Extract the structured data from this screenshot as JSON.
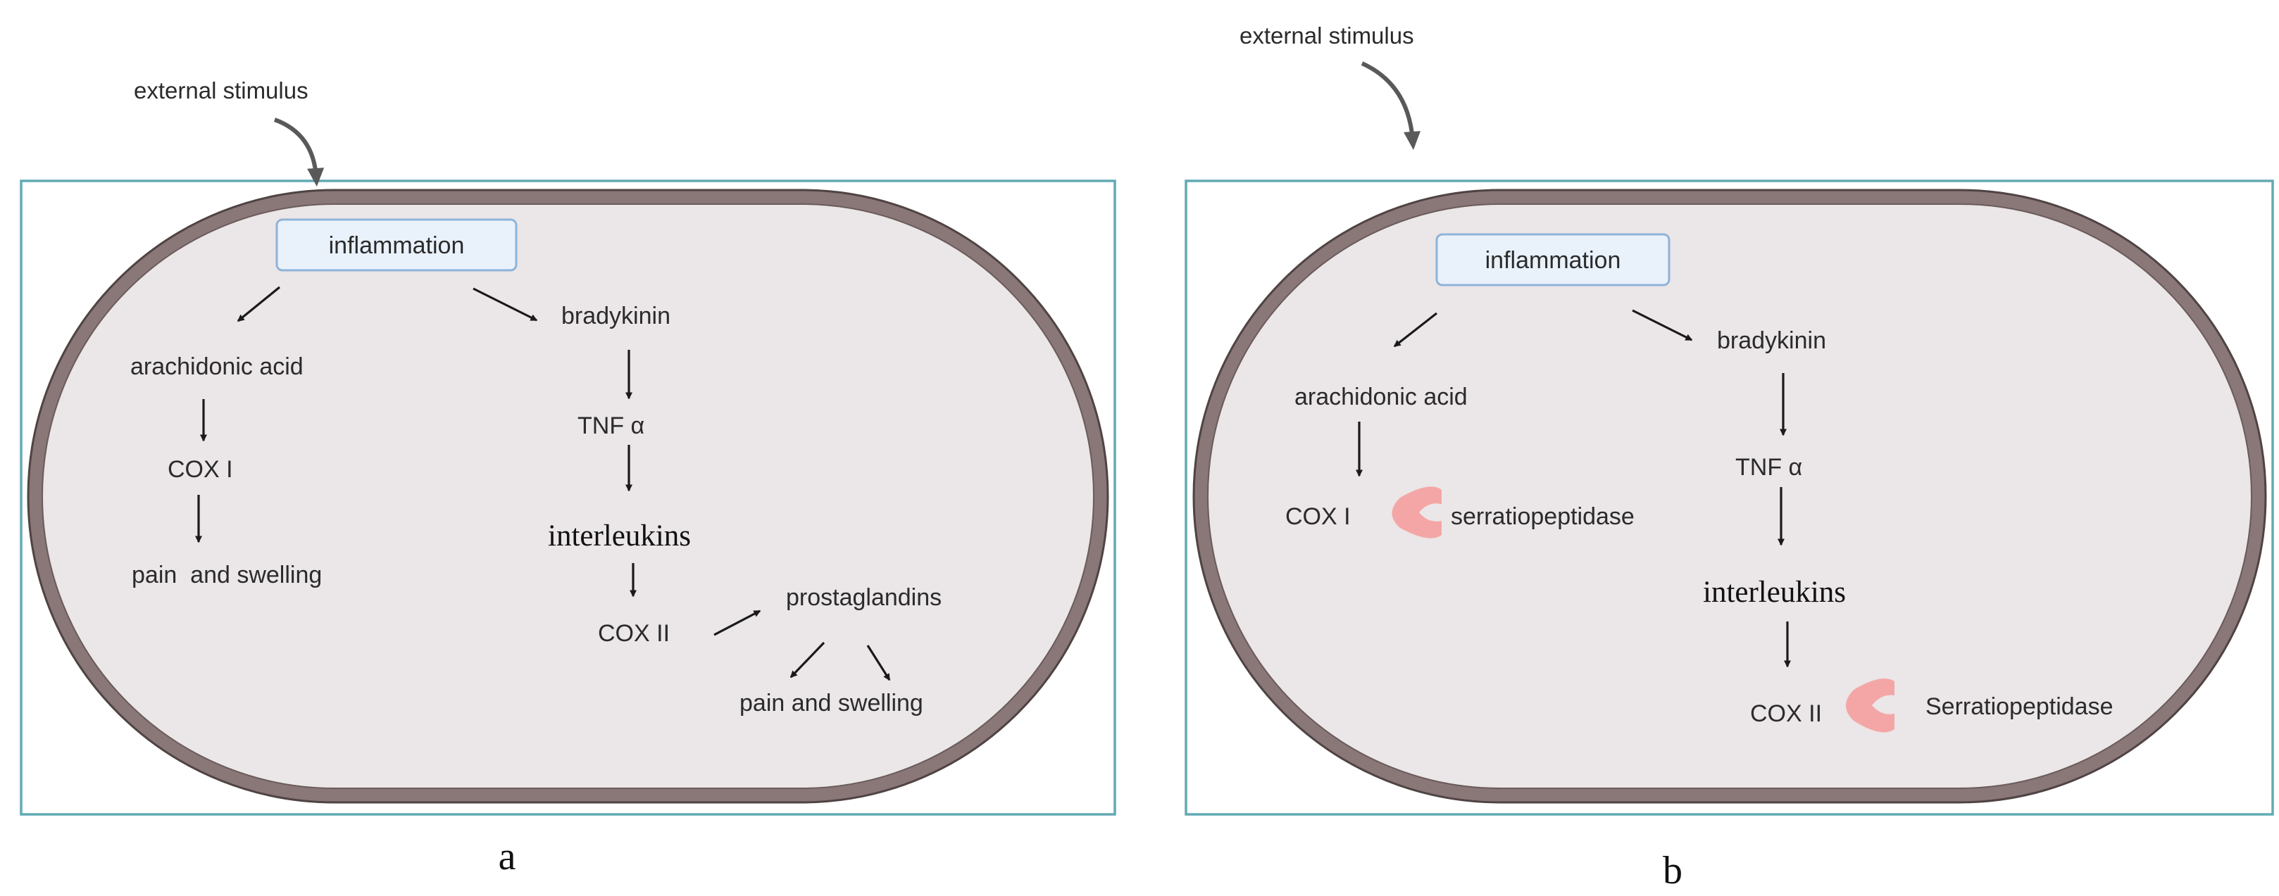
{
  "colors": {
    "frame": "#62aab4",
    "membrane": "#8a7777",
    "membrane_edge": "#4f4343",
    "cytoplasm": "#ebe6e7",
    "inflammation_box_fill": "#e9f1fb",
    "inflammation_box_stroke": "#8fb3d8",
    "enzyme": "#f4a6a6",
    "arrow": "#1a1a1a",
    "stimulus_arrow": "#595959"
  },
  "panel_a": {
    "letter": "a",
    "stimulus_label": "external stimulus",
    "inflammation": "inflammation",
    "left_branch": {
      "arachidonic": "arachidonic acid",
      "cox1": "COX I",
      "outcome": "pain  and swelling"
    },
    "right_branch": {
      "bradykinin": "bradykinin",
      "tnf": "TNF α",
      "interleukins": "interleukins",
      "cox2": "COX II",
      "prostaglandins": "prostaglandins",
      "outcome": "pain and swelling"
    }
  },
  "panel_b": {
    "letter": "b",
    "stimulus_label": "external stimulus",
    "inflammation": "inflammation",
    "left_branch": {
      "arachidonic": "arachidonic acid",
      "cox1": "COX I",
      "inhibitor": "serratiopeptidase",
      "inhibitor_icon": "enzyme-icon"
    },
    "right_branch": {
      "bradykinin": "bradykinin",
      "tnf": "TNF α",
      "interleukins": "interleukins",
      "cox2": "COX II",
      "inhibitor": "Serratiopeptidase",
      "inhibitor_icon": "enzyme-icon"
    }
  }
}
